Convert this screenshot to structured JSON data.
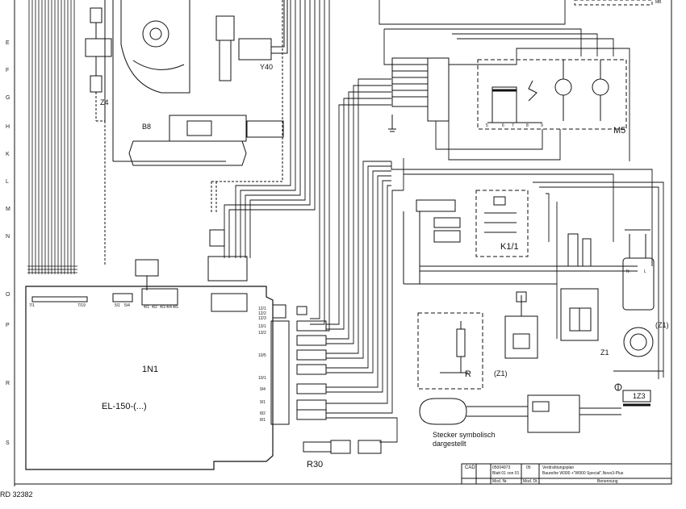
{
  "diagram": {
    "components": {
      "M5": "M5",
      "B8": "B8",
      "Y40": "Y40",
      "Z4": "Z4",
      "K1_1": "K1/1",
      "IN1": "1N1",
      "EL150": "EL-150-(...)",
      "R": "R",
      "R30": "R30",
      "Z1": "Z1",
      "Z1_paren_left": "(Z1)",
      "Z1_paren_right": "(Z1)",
      "Z3": "1Z3",
      "MB": "MB",
      "N": "N",
      "L": "L"
    },
    "plug_note": [
      "Stecker symbolisch",
      "dargestellt"
    ],
    "row_markers": [
      "E",
      "F",
      "G",
      "H",
      "K",
      "L",
      "M",
      "N",
      "O",
      "P",
      "R",
      "S"
    ],
    "connector_labels": [
      "12/1",
      "12/2",
      "12/3",
      "13/1",
      "13/2",
      "10/5",
      "10/1",
      "9/4",
      "9/1",
      "8/2",
      "8/1",
      "4/1",
      "4/2",
      "4/3",
      "4/4",
      "4/5",
      "5/1",
      "5/4",
      "7/1",
      "7/19"
    ],
    "m5_terminals": [
      "5",
      "6",
      "7",
      "8",
      "9"
    ],
    "drawing_number": "RD 32382"
  },
  "title_block": {
    "cad": "CAD",
    "doc_number": "05004973",
    "sheet": "Blatt 01 von 01",
    "index": "05",
    "title_line1": "Verdrahtungsplan",
    "title_line2": "Baureihe W300 +\"W900 Special\",Novo3-Plus",
    "footer_labels": [
      "Mod. Nr.",
      "Mod. Dt.",
      "Benennung"
    ]
  }
}
